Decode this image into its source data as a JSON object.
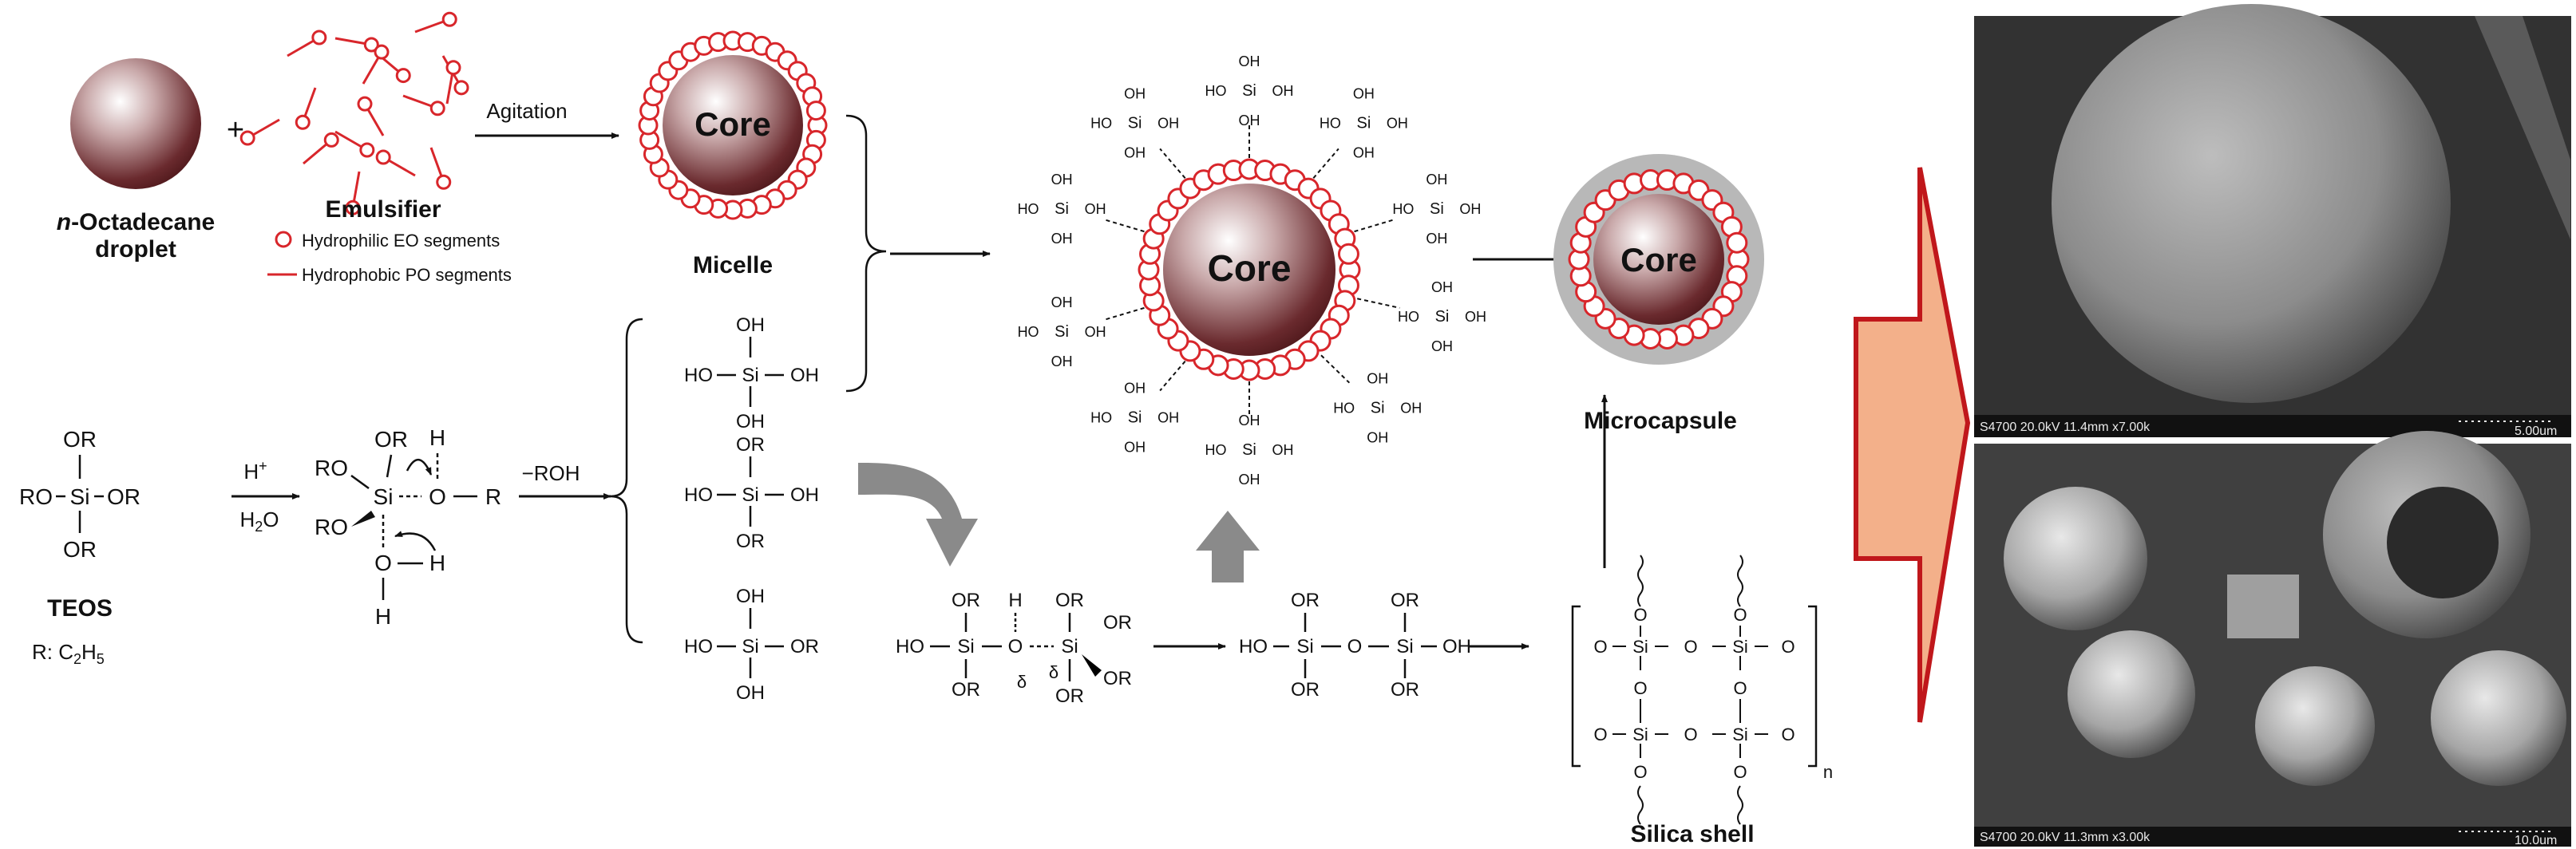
{
  "step1": {
    "droplet_label_italic": "n",
    "droplet_label_line1_rest": "-Octadecane",
    "droplet_label_line2": "droplet",
    "plus": "+",
    "emulsifier_label": "Emulsifier",
    "legend_eo": "Hydrophilic EO segments",
    "legend_po": "Hydrophobic PO segments",
    "arrow_label": "Agitation",
    "core_label": "Core",
    "micelle_label": "Micelle"
  },
  "step2": {
    "or": "OR",
    "ro": "RO",
    "si": "Si",
    "teos_label": "TEOS",
    "r_def": "R: C",
    "r_sub": "2",
    "r_def_tail": "H",
    "r_sub2": "5",
    "h_plus": "H",
    "h_plus_sup": "+",
    "h2o_h": "H",
    "h2o_sub": "2",
    "h2o_o": "O",
    "minus_roh": "−ROH",
    "h": "H",
    "o": "O",
    "r": "R",
    "oh": "OH",
    "ho": "HO",
    "delta": "δ",
    "minus_sup": "-",
    "plus_sup": "+"
  },
  "step3": {
    "core_label": "Core",
    "microcapsule_label": "Microcapsule",
    "silica_shell_label": "Silica shell",
    "n_sub": "n"
  },
  "sem": {
    "top_caption": "S4700 20.0kV 11.4mm x7.00k",
    "top_scale": "5.00um",
    "bottom_caption": "S4700 20.0kV 11.3mm x3.00k",
    "bottom_scale": "10.0um"
  },
  "colors": {
    "ring_red": "#d8262b",
    "core_dark": "#5b1f22",
    "core_light": "#ffffff",
    "big_arrow_fill": "#f3b08a",
    "big_arrow_stroke": "#c0171b",
    "grey_arrow": "#8a8a8a",
    "shell_grey": "#b8b8b8"
  }
}
